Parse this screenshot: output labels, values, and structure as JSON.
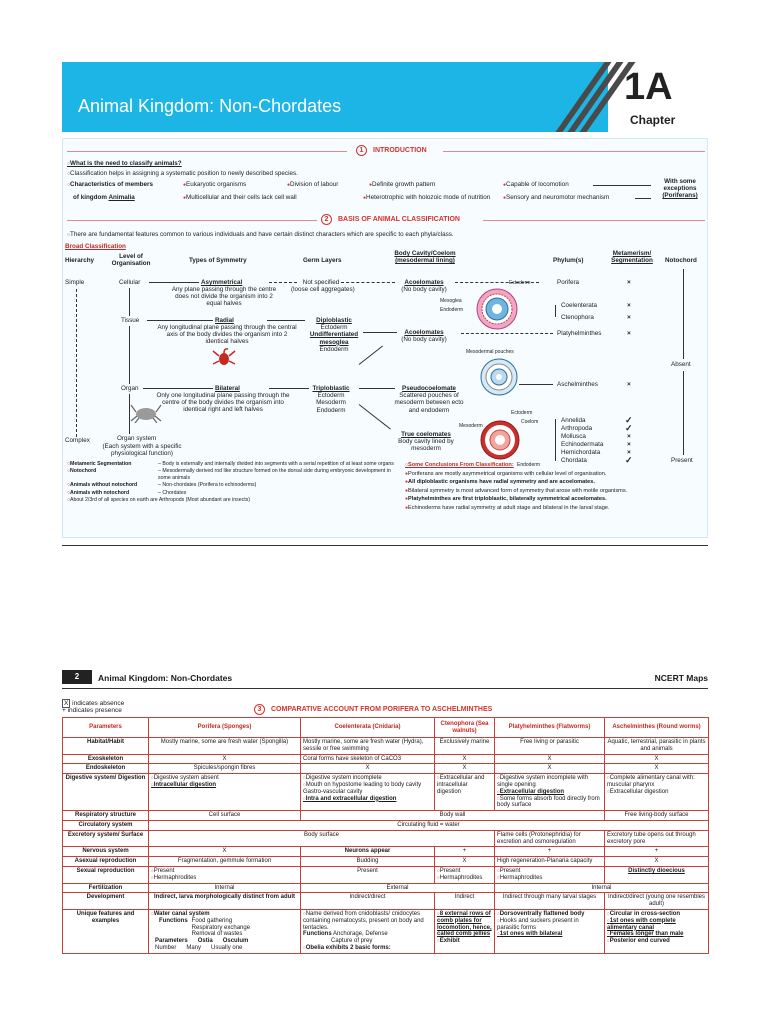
{
  "header": {
    "title": "Animal Kingdom: Non-Chordates",
    "chapter_num": "1A",
    "chapter_label": "Chapter"
  },
  "intro": {
    "num": "1",
    "title": "INTRODUCTION",
    "q1": "What is the need to classify animals?",
    "q1_ans": "Classification helps in assigning a systematic position to newly described species.",
    "char_label_1": "Characteristics of members",
    "char_label_2": "of kingdom",
    "char_label_3": "Animalia",
    "traits": [
      "Eukaryotic organisms",
      "Division of labour",
      "Definite growth pattern",
      "Capable of locomotion",
      "Multicellular and their cells lack cell wall",
      "Heterotrophic with holozoic mode of nutrition",
      "Sensory and neuromotor mechanism"
    ],
    "exceptions": [
      "With some",
      "exceptions",
      "(Poriferans)"
    ]
  },
  "basis": {
    "num": "2",
    "title": "BASIS OF ANIMAL CLASSIFICATION",
    "intro": "There are fundamental features common to various individuals and have certain distinct characters which are specific to each phyla/class.",
    "broad": "Broad Classification",
    "cols": [
      "Hierarchy",
      "Level of Organisation",
      "Types of Symmetry",
      "Germ Layers",
      "Body Cavity/Coelom (mesodermal lining)",
      "Phylum(s)",
      "Metamerism/ Segmentation",
      "Notochord"
    ],
    "hier_top": "Simple",
    "hier_bottom": "Complex",
    "levels": [
      "Cellular",
      "Tissue",
      "Organ",
      "Organ system"
    ],
    "level_note": "(Each system with a specific physiological function)",
    "asym": "Asymmetrical",
    "asym_note": "Any plane passing through the centre does not divide the organism into 2 equal halves",
    "radial": "Radial",
    "radial_note": "Any longitudinal plane passing through the central axis of the body divides the organism into 2 identical halves",
    "bilateral": "Bilateral",
    "bilateral_note": "Only one longitudinal plane passing through the centre of the body divides the organism into identical right and left halves",
    "not_spec": "Not specified",
    "not_spec_note": "(loose cell aggregates)",
    "diplo": "Diploblastic",
    "diplo_l1": "Ectoderm",
    "diplo_l2": "Undifferentiated mesoglea",
    "diplo_l3": "Endoderm",
    "triplo": "Triploblastic",
    "triplo_l1": "Ectoderm",
    "triplo_l2": "Mesoderm",
    "triplo_l3": "Endoderm",
    "acoel": "Acoelomates",
    "acoel_note": "(No body cavity)",
    "pseudo": "Pseudocoelomate",
    "pseudo_note": "Scattered pouches of mesoderm between ecto and endoderm",
    "trueco": "True coelomates",
    "trueco_note": "Body cavity lined by mesoderm",
    "diag": {
      "ectoderm": "Ectoderm",
      "mesoglea": "Mesoglea",
      "endoderm": "Endoderm",
      "mesopouch": "Mesodermal pouches",
      "mesoderm": "Mesoderm",
      "coelom": "Coelom"
    },
    "phyla": [
      "Porifera",
      "Coelenterata",
      "Ctenophora",
      "Platyhelminthes",
      "Aschelminthes",
      "Annelida",
      "Arthropoda",
      "Mollusca",
      "Echinodermata",
      "Hemichordata",
      "Chordata"
    ],
    "absent": "Absent",
    "present": "Present"
  },
  "notes_left": [
    {
      "k": "Metameric Segmentation",
      "v": "– Body is externally and internally divided into segments with a serial repetition of at least some organs"
    },
    {
      "k": "Notochord",
      "v": "– Mesodermally derived rod like structure formed on the dorsal side during embryonic development in some animals"
    },
    {
      "k": "Animals without notochord",
      "v": "– Non-chordates (Porifera to echinoderms)"
    },
    {
      "k": "Animals with notochord",
      "v": "– Chordates"
    },
    {
      "k": "About 2/3rd of all species on earth are Arthropods",
      "v": "(Most abundant are insects)"
    }
  ],
  "conclusions": {
    "title": "Some Conclusions From Classification:",
    "items": [
      "Poriferans are mostly asymmetrical organisms with cellular level of organisation.",
      "All diploblastic organisms have radial symmetry and are acoelomates.",
      "Bilateral symmetry is most advanced form of symmetry that arose with motile organisms.",
      "Platyhelminthes are first triploblastic, bilaterally symmetrical acoelomates.",
      "Echinoderms have radial symmetry at adult stage and bilateral in the larval stage."
    ]
  },
  "page2": {
    "num": "2",
    "title": "Animal Kingdom: Non-Chordates",
    "brand": "NCERT Maps",
    "legend": [
      "indicates absence",
      "indicates presence"
    ],
    "sec_num": "3",
    "sec_title": "COMPARATIVE ACCOUNT FROM PORIFERA TO ASCHELMINTHES",
    "headers": [
      "Parameters",
      "Porifera (Sponges)",
      "Coelenterata (Cnidaria)",
      "Ctenophora (Sea walnuts)",
      "Platyhelminthes (Flatworms)",
      "Aschelminthes (Round worms)"
    ],
    "rows": {
      "habitat": [
        "Habitat/Habit",
        "Mostly marine, some are fresh water (Spongilla)",
        "Mostly marine, some are fresh water (Hydra), sessile or free swimming",
        "Exclusively marine",
        "Free living or parasitic",
        "Aquatic, terrestrial, parasitic in plants and animals"
      ],
      "exo": [
        "Exoskeleton",
        "X",
        "Coral forms have skeleton of CaCO3",
        "X",
        "X",
        "X"
      ],
      "endo": [
        "Endoskeleton",
        "Spicules/spongin fibres",
        "X",
        "X",
        "X",
        "X"
      ],
      "digest": [
        "Digestive system/ Digestion",
        "Digestive system absent",
        "Intracellular digestion",
        "Digestive system incomplete",
        "Mouth on hypostome leading to body cavity Gastro-vascular cavity",
        "Intra and extracellular digestion",
        "Extracellular and intracellular digestion",
        "Digestive system incomplete with single opening",
        "Extracellular digestion",
        "Some forms absorb food directly from body surface",
        "Complete alimentary canal with: muscular pharynx",
        "Extracellular digestion"
      ],
      "resp": [
        "Respiratory structure",
        "Cell surface",
        "Body wall",
        "Free living-body surface"
      ],
      "circ": [
        "Circulatory system",
        "Circulating fluid = water"
      ],
      "excr": [
        "Excretory system/ Surface",
        "Body surface",
        "Flame cells (Protonephridia) for excretion and osmoregulation",
        "Excretory tube opens out through excretory pore"
      ],
      "nerv": [
        "Nervous system",
        "X",
        "Neurons appear",
        "+",
        "+",
        "+"
      ],
      "asex": [
        "Asexual reproduction",
        "Fragmentation, gemmule formation",
        "Budding",
        "X",
        "High regeneration-Planaria capacity",
        "X"
      ],
      "sex": [
        "Sexual reproduction",
        "Present",
        "Hermaphrodites",
        "Present",
        "Present",
        "Hermaphrodites",
        "Present",
        "Hermaphrodites",
        "Distinctly dioecious"
      ],
      "fert": [
        "Fertilization",
        "Internal",
        "External",
        "Internal"
      ],
      "dev": [
        "Development",
        "Indirect, larva morphologically distinct from adult",
        "Indirect/direct",
        "Indirect",
        "Indirect through many larval stages",
        "Indirect/direct (young one resembles adult)"
      ],
      "uniq": [
        "Unique features and examples",
        "Water canal system",
        "Functions",
        "Food gathering",
        "Respiratory exchange",
        "Removal of wastes",
        "Parameters",
        "Ostia",
        "Osculum",
        "Number",
        "Many",
        "Usually one",
        "Name derived from cnidoblasts/ cnidocytes containing nematocysts, present on body and tentacles.",
        "Functions",
        "Anchorage, Defense",
        "Capture of prey",
        "Obelia exhibits 2 basic forms:",
        "8 external rows of comb plates for locomotion, hence, called comb jellies",
        "Exhibit",
        "Dorsoventrally flattened body",
        "Hooks and suckers present in parasitic forms",
        "1st ones with bilateral",
        "Circular in cross-section",
        "1st ones with complete alimentary canal",
        "Females longer than male",
        "Posterior end curved"
      ]
    }
  }
}
